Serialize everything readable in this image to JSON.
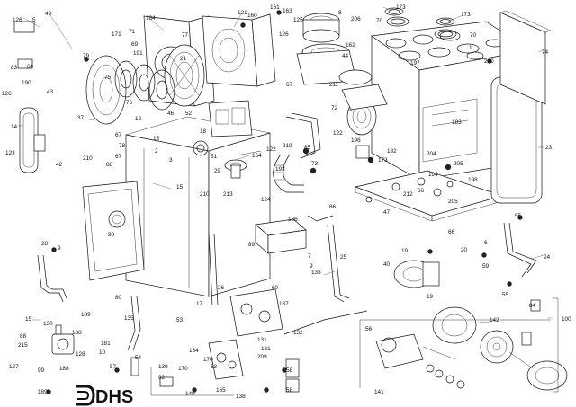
{
  "logo": {
    "text": "DHS"
  },
  "callouts": [
    {
      "id": "c126a",
      "text": "126"
    },
    {
      "id": "c5",
      "text": "5"
    },
    {
      "id": "c43a",
      "text": "43"
    },
    {
      "id": "c79",
      "text": "79"
    },
    {
      "id": "c171",
      "text": "171"
    },
    {
      "id": "c71",
      "text": "71"
    },
    {
      "id": "c69",
      "text": "69"
    },
    {
      "id": "c191",
      "text": "191"
    },
    {
      "id": "c184",
      "text": "184"
    },
    {
      "id": "c77",
      "text": "77"
    },
    {
      "id": "c21",
      "text": "21"
    },
    {
      "id": "c121",
      "text": "121"
    },
    {
      "id": "c160",
      "text": "160"
    },
    {
      "id": "c161",
      "text": "161"
    },
    {
      "id": "c163",
      "text": "163"
    },
    {
      "id": "c125",
      "text": "125"
    },
    {
      "id": "c8a",
      "text": "8"
    },
    {
      "id": "c206",
      "text": "206"
    },
    {
      "id": "c173a",
      "text": "173"
    },
    {
      "id": "c173b",
      "text": "173"
    },
    {
      "id": "c70a",
      "text": "70"
    },
    {
      "id": "c70b",
      "text": "70"
    },
    {
      "id": "c1",
      "text": "1"
    },
    {
      "id": "c74",
      "text": "74"
    },
    {
      "id": "c83",
      "text": "83"
    },
    {
      "id": "c64",
      "text": "64"
    },
    {
      "id": "c190",
      "text": "190"
    },
    {
      "id": "c126b",
      "text": "126"
    },
    {
      "id": "c43b",
      "text": "43"
    },
    {
      "id": "c14",
      "text": "14"
    },
    {
      "id": "c123",
      "text": "123"
    },
    {
      "id": "c42",
      "text": "42"
    },
    {
      "id": "c37",
      "text": "37"
    },
    {
      "id": "c75",
      "text": "75"
    },
    {
      "id": "c76",
      "text": "76"
    },
    {
      "id": "c12",
      "text": "12"
    },
    {
      "id": "c67a",
      "text": "67"
    },
    {
      "id": "c78",
      "text": "78"
    },
    {
      "id": "c67b",
      "text": "67"
    },
    {
      "id": "c210a",
      "text": "210"
    },
    {
      "id": "c88a",
      "text": "88"
    },
    {
      "id": "c2",
      "text": "2"
    },
    {
      "id": "c3",
      "text": "3"
    },
    {
      "id": "c15a",
      "text": "15"
    },
    {
      "id": "c15b",
      "text": "15"
    },
    {
      "id": "c46",
      "text": "46"
    },
    {
      "id": "c52",
      "text": "52"
    },
    {
      "id": "c18",
      "text": "18"
    },
    {
      "id": "c164",
      "text": "164"
    },
    {
      "id": "c51",
      "text": "51"
    },
    {
      "id": "c29",
      "text": "29"
    },
    {
      "id": "c210b",
      "text": "210"
    },
    {
      "id": "c213",
      "text": "213"
    },
    {
      "id": "c126c",
      "text": "126"
    },
    {
      "id": "c162",
      "text": "162"
    },
    {
      "id": "c44",
      "text": "44"
    },
    {
      "id": "c67c",
      "text": "67"
    },
    {
      "id": "c211",
      "text": "211"
    },
    {
      "id": "c72",
      "text": "72"
    },
    {
      "id": "c122a",
      "text": "122"
    },
    {
      "id": "c219",
      "text": "219"
    },
    {
      "id": "c85",
      "text": "85"
    },
    {
      "id": "c193",
      "text": "193"
    },
    {
      "id": "c73",
      "text": "73"
    },
    {
      "id": "c124",
      "text": "124"
    },
    {
      "id": "c122b",
      "text": "122"
    },
    {
      "id": "c196",
      "text": "196"
    },
    {
      "id": "c183",
      "text": "183"
    },
    {
      "id": "c182",
      "text": "182"
    },
    {
      "id": "c173c",
      "text": "173"
    },
    {
      "id": "c204",
      "text": "204"
    },
    {
      "id": "c205a",
      "text": "205"
    },
    {
      "id": "c194",
      "text": "194"
    },
    {
      "id": "c198",
      "text": "198"
    },
    {
      "id": "c212",
      "text": "212"
    },
    {
      "id": "c66a",
      "text": "66"
    },
    {
      "id": "c205b",
      "text": "205"
    },
    {
      "id": "c47",
      "text": "47"
    },
    {
      "id": "c55a",
      "text": "55"
    },
    {
      "id": "c23",
      "text": "23"
    },
    {
      "id": "c200",
      "text": "200"
    },
    {
      "id": "c197",
      "text": "197"
    },
    {
      "id": "c90",
      "text": "90"
    },
    {
      "id": "c28",
      "text": "28"
    },
    {
      "id": "c9a",
      "text": "9"
    },
    {
      "id": "c89",
      "text": "89"
    },
    {
      "id": "c136",
      "text": "136"
    },
    {
      "id": "c86",
      "text": "86"
    },
    {
      "id": "c7",
      "text": "7"
    },
    {
      "id": "c9b",
      "text": "9"
    },
    {
      "id": "c25",
      "text": "25"
    },
    {
      "id": "c133",
      "text": "133"
    },
    {
      "id": "c19a",
      "text": "19"
    },
    {
      "id": "c66b",
      "text": "66"
    },
    {
      "id": "c6",
      "text": "6"
    },
    {
      "id": "c20",
      "text": "20"
    },
    {
      "id": "c59",
      "text": "59"
    },
    {
      "id": "c24",
      "text": "24"
    },
    {
      "id": "c40",
      "text": "40"
    },
    {
      "id": "c19b",
      "text": "19"
    },
    {
      "id": "c55b",
      "text": "55"
    },
    {
      "id": "c100",
      "text": "100"
    },
    {
      "id": "c80",
      "text": "80"
    },
    {
      "id": "c17",
      "text": "17"
    },
    {
      "id": "c26",
      "text": "26"
    },
    {
      "id": "c60",
      "text": "60"
    },
    {
      "id": "c137",
      "text": "137"
    },
    {
      "id": "c132",
      "text": "132"
    },
    {
      "id": "c15c",
      "text": "15"
    },
    {
      "id": "c130",
      "text": "130"
    },
    {
      "id": "c189a",
      "text": "189"
    },
    {
      "id": "c135",
      "text": "135"
    },
    {
      "id": "c53",
      "text": "53"
    },
    {
      "id": "c88b",
      "text": "88"
    },
    {
      "id": "c215",
      "text": "215"
    },
    {
      "id": "c188a",
      "text": "188"
    },
    {
      "id": "c128",
      "text": "128"
    },
    {
      "id": "c181",
      "text": "181"
    },
    {
      "id": "c10",
      "text": "10"
    },
    {
      "id": "c54",
      "text": "54"
    },
    {
      "id": "c57",
      "text": "57"
    },
    {
      "id": "c131a",
      "text": "131"
    },
    {
      "id": "c131b",
      "text": "131"
    },
    {
      "id": "c209",
      "text": "209"
    },
    {
      "id": "c134",
      "text": "134"
    },
    {
      "id": "c170a",
      "text": "170"
    },
    {
      "id": "c63",
      "text": "63"
    },
    {
      "id": "c170b",
      "text": "170"
    },
    {
      "id": "c58a",
      "text": "58"
    },
    {
      "id": "c127",
      "text": "127"
    },
    {
      "id": "c99",
      "text": "99"
    },
    {
      "id": "c188b",
      "text": "188"
    },
    {
      "id": "c139",
      "text": "139"
    },
    {
      "id": "c92",
      "text": "92"
    },
    {
      "id": "c140",
      "text": "140"
    },
    {
      "id": "c165",
      "text": "165"
    },
    {
      "id": "c138",
      "text": "138"
    },
    {
      "id": "c58b",
      "text": "58"
    },
    {
      "id": "c56",
      "text": "56"
    },
    {
      "id": "c141",
      "text": "141"
    },
    {
      "id": "c142",
      "text": "142"
    },
    {
      "id": "c189b",
      "text": "189"
    },
    {
      "id": "c84",
      "text": "84"
    }
  ]
}
